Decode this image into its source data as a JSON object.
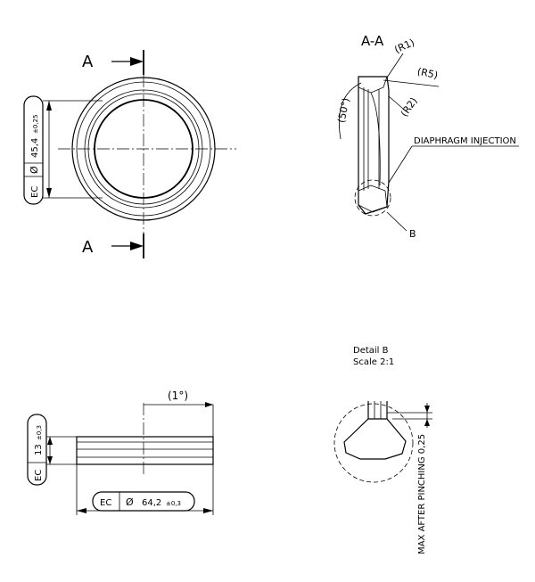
{
  "section_views": {
    "section_label_top": "A",
    "section_label_bottom": "A",
    "section_title": "A-A"
  },
  "radii": {
    "r1": "(R1)",
    "r5": "(R5)",
    "r2": "(R2)"
  },
  "angles": {
    "inner_angle": "(50°)",
    "draft_angle": "(1°)"
  },
  "callouts": {
    "diaphragm": "DIAPHRAGM INJECTION",
    "detail_marker": "B"
  },
  "dimensions": {
    "inner_diameter": {
      "prefix": "EC",
      "symbol": "Ø",
      "value": "45,4",
      "tolerance": "±0,25"
    },
    "height": {
      "prefix": "EC",
      "value": "13",
      "tolerance": "±0,3"
    },
    "outer_diameter": {
      "prefix": "EC",
      "symbol": "Ø",
      "value": "64,2",
      "tolerance": "±0,3"
    }
  },
  "detail": {
    "title": "Detail B",
    "scale": "Scale 2:1",
    "note": "MAX AFTER PINCHING 0,25"
  }
}
